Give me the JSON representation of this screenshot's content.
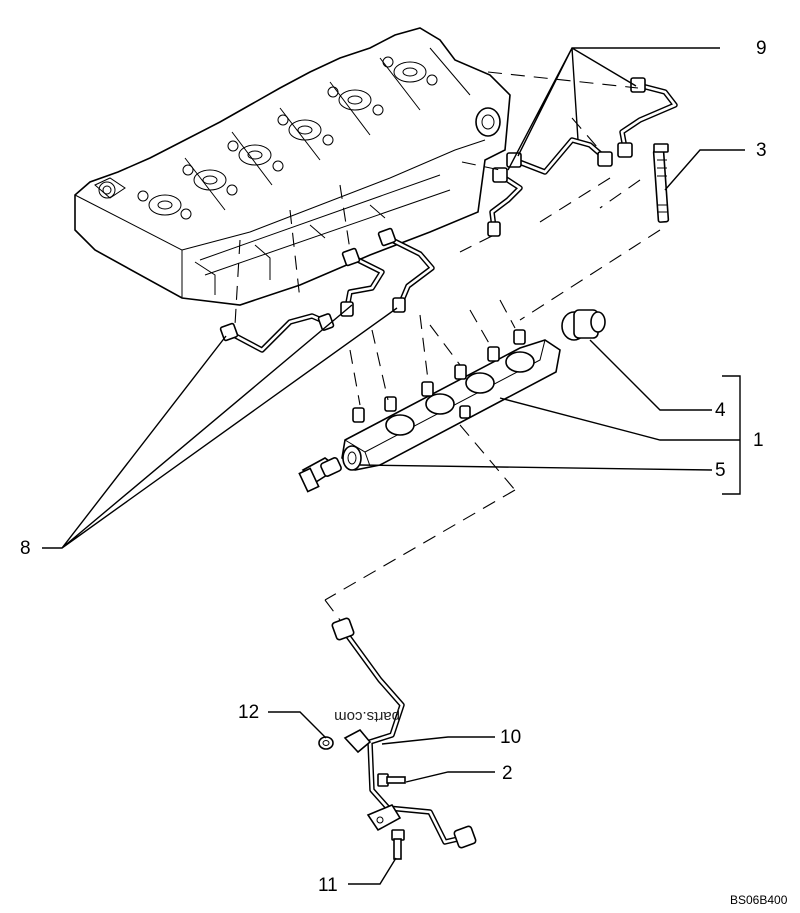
{
  "callouts": {
    "c1": "1",
    "c2": "2",
    "c3": "3",
    "c4": "4",
    "c5": "5",
    "c8": "8",
    "c9": "9",
    "c10": "10",
    "c11": "11",
    "c12": "12"
  },
  "watermark": "parts.com",
  "drawing_code": "BS06B400"
}
